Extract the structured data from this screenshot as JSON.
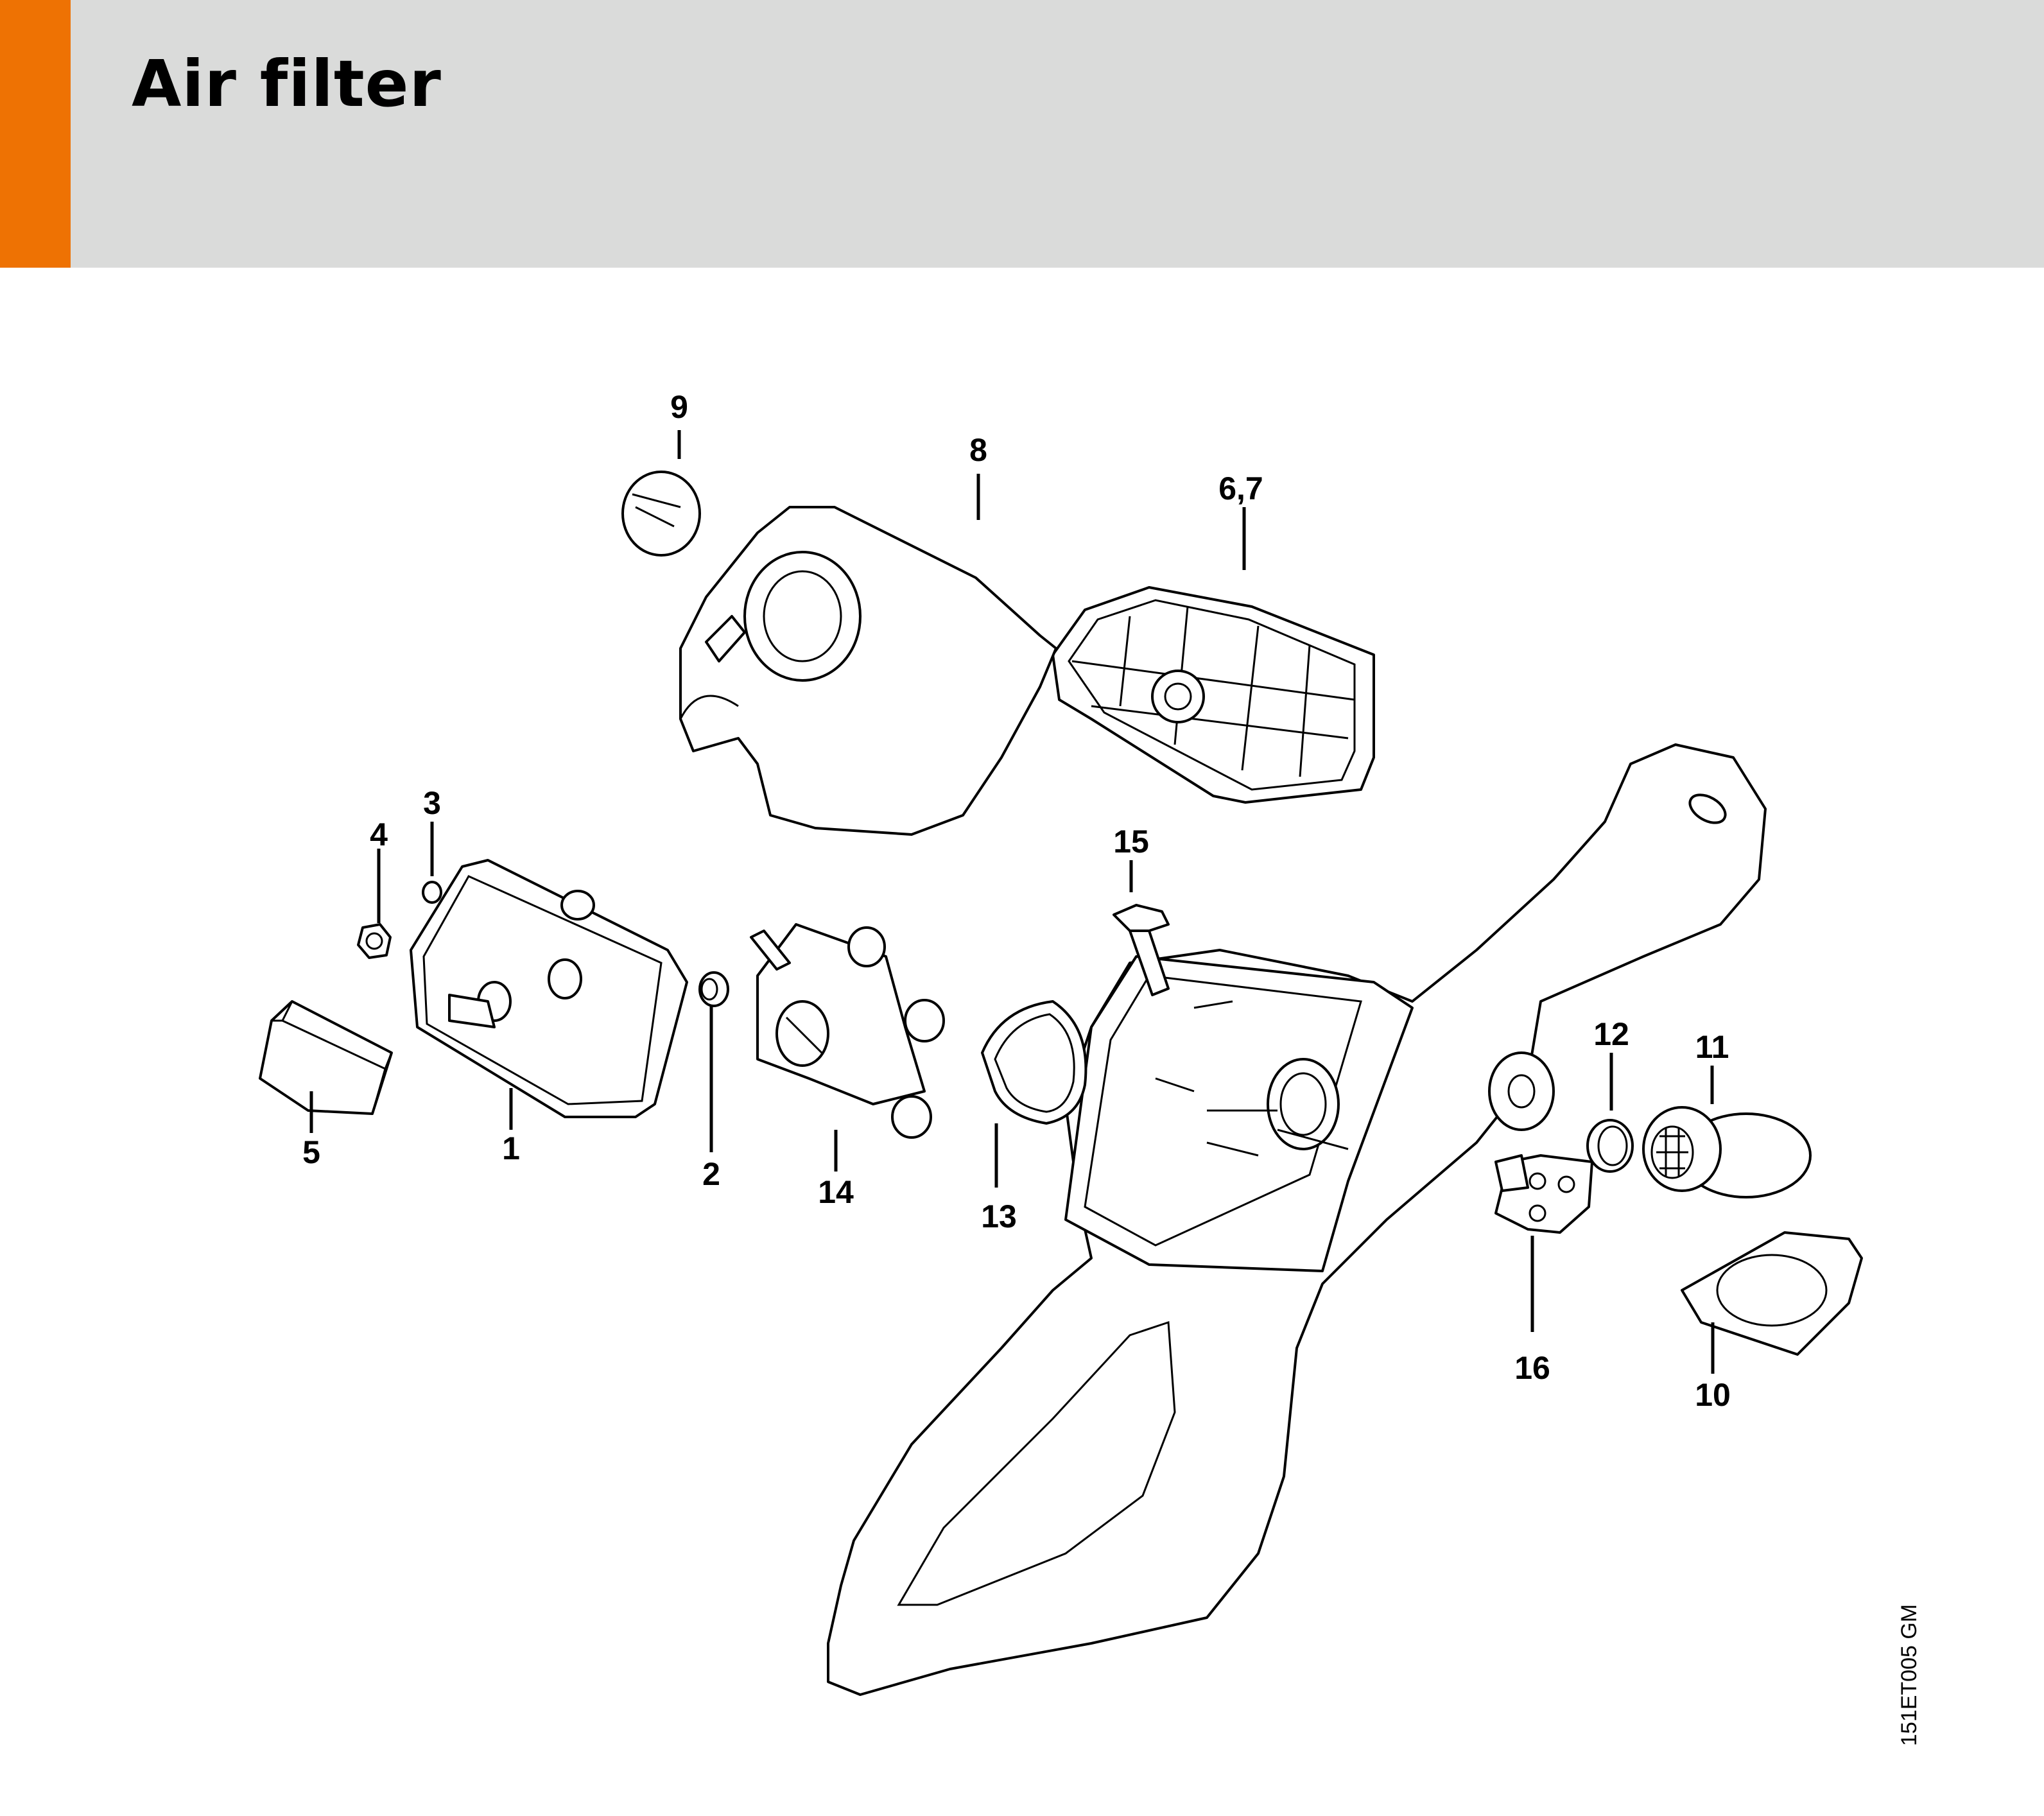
{
  "header": {
    "title": "Air filter",
    "accent_color": "#ee7203",
    "background_color": "#dadbda"
  },
  "diagram": {
    "reference_code": "151ET005 GM",
    "callouts": [
      {
        "id": "1",
        "label": "1"
      },
      {
        "id": "2",
        "label": "2"
      },
      {
        "id": "3",
        "label": "3"
      },
      {
        "id": "4",
        "label": "4"
      },
      {
        "id": "5",
        "label": "5"
      },
      {
        "id": "6-7",
        "label": "6,7"
      },
      {
        "id": "8",
        "label": "8"
      },
      {
        "id": "9",
        "label": "9"
      },
      {
        "id": "10",
        "label": "10"
      },
      {
        "id": "11",
        "label": "11"
      },
      {
        "id": "12",
        "label": "12"
      },
      {
        "id": "13",
        "label": "13"
      },
      {
        "id": "14",
        "label": "14"
      },
      {
        "id": "15",
        "label": "15"
      },
      {
        "id": "16",
        "label": "16"
      }
    ]
  }
}
